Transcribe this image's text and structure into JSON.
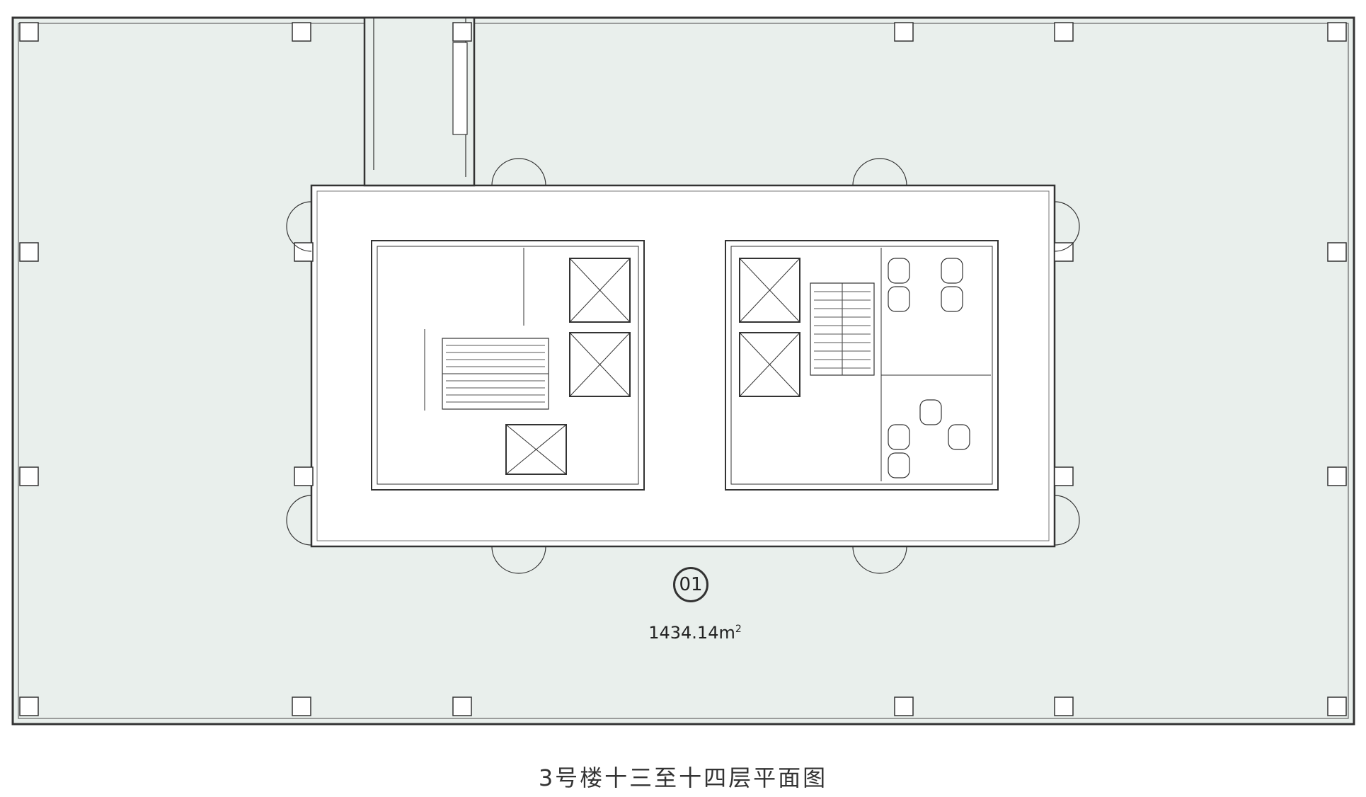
{
  "unit": {
    "id": "01",
    "area_value": "1434.14",
    "area_unit": "m",
    "area_exp": "2"
  },
  "title": "3号楼十三至十四层平面图",
  "colors": {
    "floor": "#e9efec",
    "core": "#ffffff",
    "wall": "#333333"
  }
}
